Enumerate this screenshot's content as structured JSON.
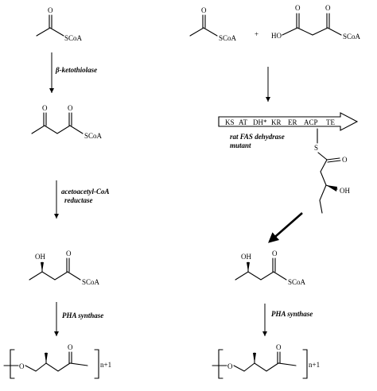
{
  "labels": {
    "scoa": "SCoA",
    "o": "O",
    "oh": "OH",
    "ho": "HO",
    "s": "S",
    "plus": "+",
    "n1": "n+1"
  },
  "enzymes": {
    "ketothiolase": "β-ketothiolase",
    "reductase_line1": "acetoacetyl-CoA",
    "reductase_line2": "reductase",
    "pha_left": "PHA synthase",
    "pha_right": "PHA synthase",
    "fas_line1": "rat FAS dehydrase",
    "fas_line2": "mutant"
  },
  "fas_domains": [
    "KS",
    "AT",
    "DH*",
    "KR",
    "ER",
    "ACP",
    "TE"
  ]
}
